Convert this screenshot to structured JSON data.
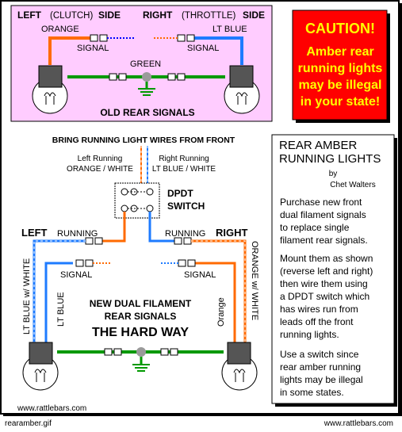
{
  "top_diagram": {
    "left_label": "LEFT",
    "left_paren": "(CLUTCH)",
    "left_side": "SIDE",
    "right_label": "RIGHT",
    "right_paren": "(THROTTLE)",
    "right_side": "SIDE",
    "orange_label": "ORANGE",
    "ltblue_label": "LT BLUE",
    "signal_left": "SIGNAL",
    "signal_right": "SIGNAL",
    "green_label": "GREEN",
    "caption": "OLD REAR SIGNALS"
  },
  "caution": {
    "title": "CAUTION!",
    "lines": [
      "Amber rear",
      "running lights",
      "may be illegal",
      "in your state!"
    ]
  },
  "bottom_diagram": {
    "bring_wires": "BRING RUNNING LIGHT WIRES FROM FRONT",
    "left_running_1": "Left Running",
    "left_running_2": "ORANGE / WHITE",
    "right_running_1": "Right Running",
    "right_running_2": "LT BLUE / WHITE",
    "switch_1": "DPDT",
    "switch_2": "SWITCH",
    "left_word": "LEFT",
    "running_left": "RUNNING",
    "running_right": "RUNNING",
    "right_word": "RIGHT",
    "ltblue_white": "LT BLUE w/ WHITE",
    "orange_white": "ORANGE w/ WHITE",
    "lt_blue": "LT BLUE",
    "orange": "Orange",
    "signal_left": "SIGNAL",
    "signal_right": "SIGNAL",
    "caption_1": "NEW DUAL FILAMENT",
    "caption_2": "REAR SIGNALS",
    "caption_3": "THE HARD WAY"
  },
  "panel": {
    "title_1": "REAR AMBER",
    "title_2": "RUNNING LIGHTS",
    "by": "by",
    "author": "Chet Walters",
    "para1": [
      "Purchase new front",
      "dual filament signals",
      "to replace single",
      "filament rear signals."
    ],
    "para2": [
      "Mount them as shown",
      "(reverse left and right)",
      "then wire them using",
      "a DPDT switch which",
      "has wires run from",
      "leads off the front",
      "running lights."
    ],
    "para3": [
      "Use a switch since",
      "rear amber running",
      "lights may be illegal",
      "in some states."
    ]
  },
  "footer": {
    "url_left": "www.rattlebars.com",
    "filename": "rearamber.gif",
    "url_right": "www.rattlebars.com"
  },
  "colors": {
    "pink": "#ffccff",
    "caution_red": "#ff0000",
    "orange_wire": "#ff6a00",
    "blue_wire": "#1e7bff",
    "green_wire": "#009900",
    "socket": "#555555",
    "node": "#9a9a9a"
  }
}
